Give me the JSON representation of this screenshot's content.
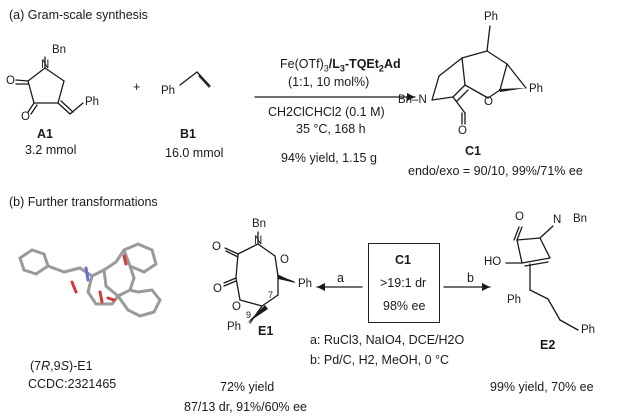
{
  "section_a": {
    "title": "(a) Gram-scale synthesis",
    "A1": {
      "label": "A1",
      "amount": "3.2 mmol",
      "bn": "Bn",
      "ph": "Ph",
      "o1": "O",
      "o2": "O",
      "n": "N"
    },
    "plus": "+",
    "B1": {
      "label": "B1",
      "amount": "16.0 mmol",
      "ph": "Ph"
    },
    "conditions": {
      "catalyst_prefix": "Fe(OTf)",
      "catalyst_sub": "3",
      "ligand": "/L",
      "ligand_sub": "3",
      "ligand_suffix": "-TQEt",
      "ligand_sub2": "2",
      "ligand_tail": "Ad",
      "ratio": "(1:1, 10 mol%)",
      "solvent": "CH2ClCHCl2 (0.1 M)",
      "temp_time": "35 °C, 168 h",
      "yield": "94% yield, 1.15 g"
    },
    "C1": {
      "label": "C1",
      "selectivity": "endo/exo = 90/10, 99%/71% ee",
      "ph_top": "Ph",
      "ph_right": "Ph",
      "bn_n": "Bn–N",
      "o_ring": "O",
      "o_carbonyl": "O"
    }
  },
  "section_b": {
    "title": "(b) Further transformations",
    "crystal": {
      "label_prefix": "(7",
      "label_r": "R",
      "label_mid": ",9",
      "label_s": "S",
      "label_suffix": ")-E1",
      "ccdc": "CCDC:2321465"
    },
    "E1": {
      "label": "E1",
      "yield": "72% yield",
      "selectivity": "87/13 dr, 91%/60% ee",
      "bn": "Bn",
      "n": "N",
      "ph1": "Ph",
      "ph2": "Ph",
      "num7": "7",
      "num9": "9",
      "o": "O"
    },
    "center_box": {
      "label": "C1",
      "dr": ">19:1 dr",
      "ee": "98% ee"
    },
    "arrow_a": "a",
    "arrow_b": "b",
    "footnote_a": "a: RuCl3, NaIO4, DCE/H2O",
    "footnote_b": "b: Pd/C, H2, MeOH, 0 °C",
    "E2": {
      "label": "E2",
      "result": "99% yield, 70% ee",
      "bn": "Bn",
      "n": "N",
      "ho": "HO",
      "o": "O",
      "ph1": "Ph",
      "ph2": "Ph"
    }
  }
}
